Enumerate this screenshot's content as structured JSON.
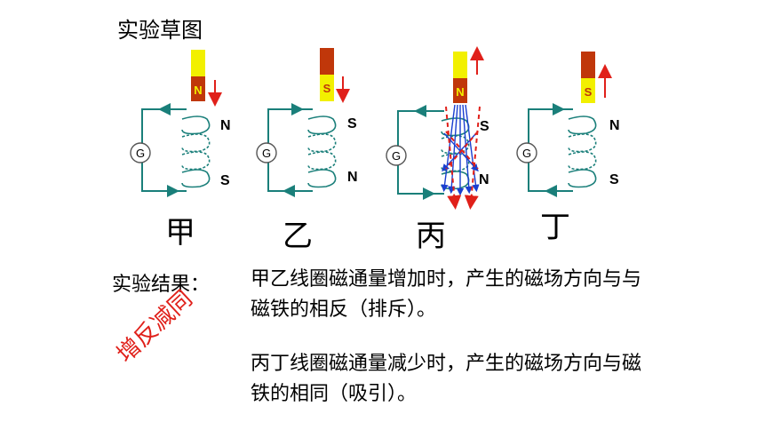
{
  "sketch_title": "实验草图",
  "figures": [
    {
      "label": "甲",
      "magnet_pole": "N",
      "top_pole": "N",
      "bottom_pole": "S",
      "galvanometer": "G"
    },
    {
      "label": "乙",
      "magnet_pole": "S",
      "top_pole": "S",
      "bottom_pole": "N",
      "galvanometer": "G"
    },
    {
      "label": "丙",
      "magnet_pole": "N",
      "top_pole": "S",
      "bottom_pole": "N",
      "galvanometer": "G"
    },
    {
      "label": "丁",
      "magnet_pole": "S",
      "top_pole": "N",
      "bottom_pole": "S",
      "galvanometer": "G"
    }
  ],
  "result_label": "实验结果：",
  "result_1": "甲乙线圈磁通量增加时，产生的磁场方向与与磁铁的相反（排斥）。",
  "result_2": "丙丁线圈磁通量减少时，产生的磁场方向与磁铁的相同（吸引）。",
  "mnemonic": "增反减同",
  "colors": {
    "magnet_yellow": "#f2f000",
    "magnet_red": "#c0370a",
    "arrow_red": "#e0201a",
    "wire": "#1a7f7a",
    "field_blue": "#1a3fd0"
  }
}
